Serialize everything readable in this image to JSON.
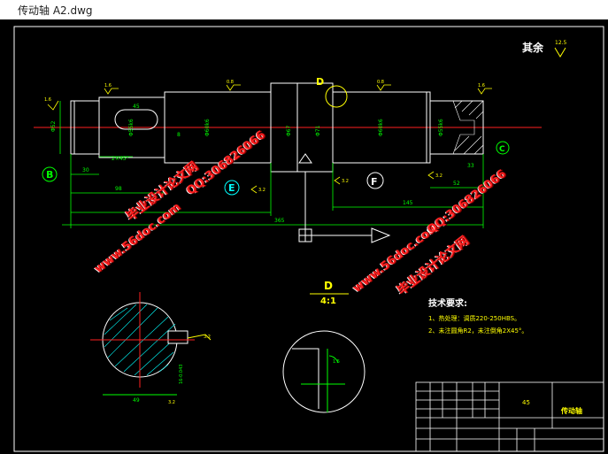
{
  "window": {
    "title": "传动轴  A2.dwg"
  },
  "drawing": {
    "roughness_note": "其余",
    "roughness_values": {
      "rest": "12.5",
      "r1": "1.6",
      "r2": "0.8",
      "r3": "0.8",
      "r4": "1.6",
      "r5": "3.2",
      "r6": "3.2",
      "r7": "3.2",
      "r8": "3.2",
      "r9": "3.2",
      "r10": "1.6"
    },
    "datum_labels": {
      "B": "B",
      "C": "C",
      "D": "D",
      "E": "E",
      "F": "F"
    },
    "section_label": {
      "letter": "D",
      "scale": "4:1"
    },
    "dimensions": {
      "d1": "Φ52",
      "d2": "Φ55k6",
      "d3": "Φ60k6",
      "d4": "Φ67",
      "d5": "Φ71",
      "d6": "Φ60k6",
      "d7": "Φ55k6",
      "l1": "30",
      "l2": "98",
      "l3": "365",
      "l4": "145",
      "l5": "52",
      "l6": "33",
      "l7": "8",
      "l8": "45",
      "l9": "2×45°",
      "sec_w": "49",
      "sec_h": "16-0.043",
      "key": "1.5"
    },
    "tech_req": {
      "title": "技术要求:",
      "line1": "1、热处理：调质220-250HBS。",
      "line2": "2、未注圆角R2，未注倒角2X45°。"
    },
    "title_block": {
      "material": "45",
      "name": "传动轴"
    }
  },
  "watermarks": {
    "site": "毕业设计论文网",
    "url": "www.56doc.com",
    "qq": "QQ:306826066"
  },
  "colors": {
    "background": "#000000",
    "line": "#ffffff",
    "center": "#ff2020",
    "dim": "#00ff00",
    "label": "#ffff00",
    "watermark": "#ff2020"
  }
}
